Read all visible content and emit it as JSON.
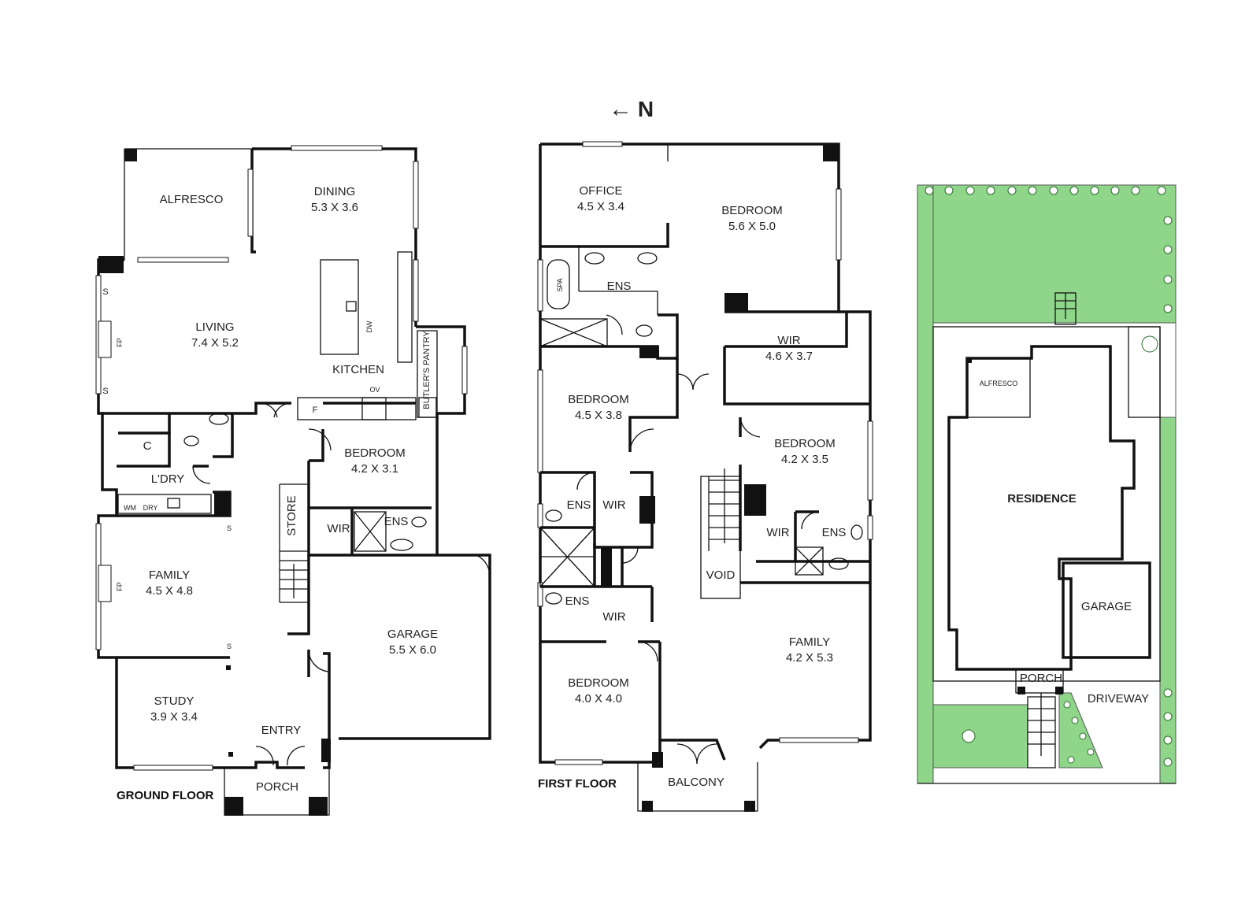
{
  "compass": {
    "arrow": "←",
    "label": "N"
  },
  "colors": {
    "wall": "#111111",
    "lawn": "#8fd68b",
    "paper": "#ffffff"
  },
  "ground_floor": {
    "title": "GROUND FLOOR",
    "rooms": {
      "alfresco": "ALFRESCO",
      "dining_name": "DINING",
      "dining_size": "5.3 X 3.6",
      "living_name": "LIVING",
      "living_size": "7.4 X 5.2",
      "kitchen": "KITCHEN",
      "butlers_pantry": "BUTLER'S PANTRY",
      "bedroom_name": "BEDROOM",
      "bedroom_size": "4.2 X 3.1",
      "wir": "WIR",
      "ens": "ENS",
      "store": "STORE",
      "laundry": "L'DRY",
      "cupboard": "C",
      "family_name": "FAMILY",
      "family_size": "4.5 X 4.8",
      "garage_name": "GARAGE",
      "garage_size": "5.5 X 6.0",
      "study_name": "STUDY",
      "study_size": "3.9 X 3.4",
      "entry": "ENTRY",
      "porch": "PORCH"
    },
    "fixtures": {
      "s": "S",
      "fp": "FP",
      "dw": "DW",
      "ov": "OV",
      "f": "F",
      "wm": "WM",
      "dry": "DRY"
    }
  },
  "first_floor": {
    "title": "FIRST FLOOR",
    "rooms": {
      "office_name": "OFFICE",
      "office_size": "4.5 X 3.4",
      "bedroom1_name": "BEDROOM",
      "bedroom1_size": "5.6 X 5.0",
      "ens": "ENS",
      "spa": "SPA",
      "wir_main_name": "WIR",
      "wir_main_size": "4.6 X 3.7",
      "bedroom2_name": "BEDROOM",
      "bedroom2_size": "4.5 X 3.8",
      "bedroom3_name": "BEDROOM",
      "bedroom3_size": "4.2 X 3.5",
      "wir": "WIR",
      "void": "VOID",
      "bedroom4_name": "BEDROOM",
      "bedroom4_size": "4.0 X 4.0",
      "family_name": "FAMILY",
      "family_size": "4.2 X 5.3",
      "balcony": "BALCONY"
    }
  },
  "site_plan": {
    "alfresco": "ALFRESCO",
    "residence": "RESIDENCE",
    "garage": "GARAGE",
    "porch": "PORCH",
    "driveway": "DRIVEWAY"
  }
}
